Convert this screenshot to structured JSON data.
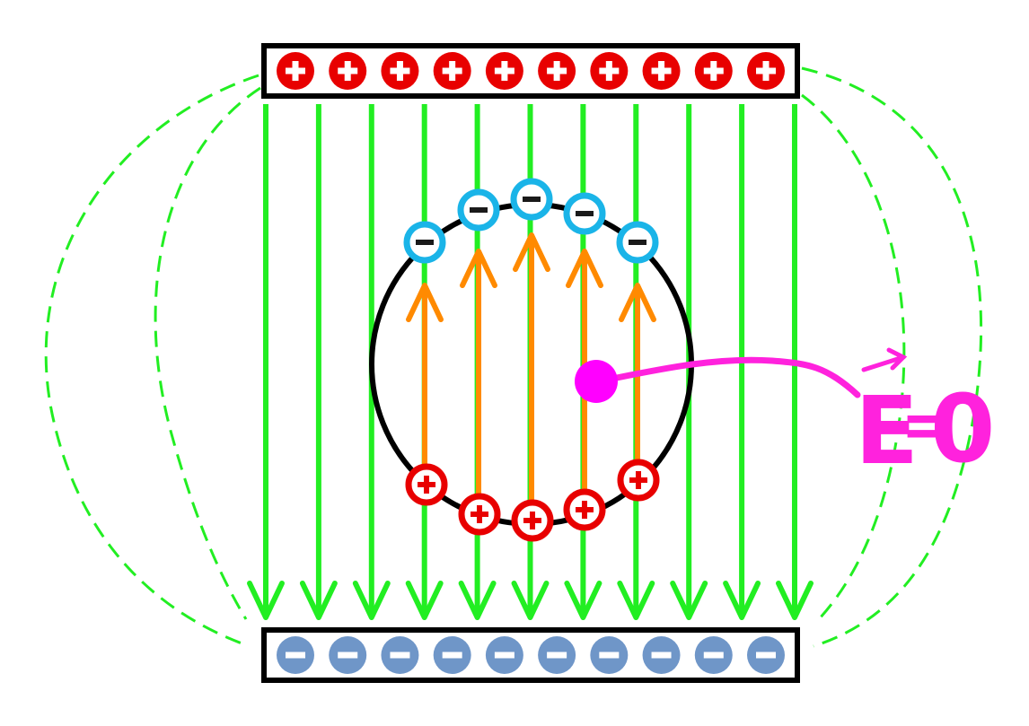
{
  "diagram": {
    "type": "conductor-in-uniform-field",
    "top_plate": {
      "charge_sign": "+",
      "charge_count": 10,
      "charge_color": "#e80000",
      "symbol_color": "#ffffff"
    },
    "bottom_plate": {
      "charge_sign": "−",
      "charge_count": 10,
      "charge_color": "#6f96c8",
      "symbol_color": "#ffffff"
    },
    "external_field": {
      "line_count": 11,
      "color": "#22ee22",
      "direction": "down"
    },
    "fringe_field": {
      "color": "#22ee22",
      "style": "dashed"
    },
    "conductor": {
      "shape": "circle",
      "outline_color": "#000000"
    },
    "induced_negative": {
      "count": 5,
      "color": "#1ab4e8",
      "symbol": "−"
    },
    "induced_positive": {
      "count": 5,
      "color": "#e80000",
      "symbol": "+"
    },
    "induced_field": {
      "line_count": 5,
      "color": "#ff8a00",
      "direction": "up"
    },
    "interior_point": {
      "color": "#ff00ff"
    },
    "annotation": {
      "text": "E⃗=0",
      "vector_symbol": "E",
      "equals": "=",
      "value": "0",
      "color": "#ff22dd"
    }
  }
}
